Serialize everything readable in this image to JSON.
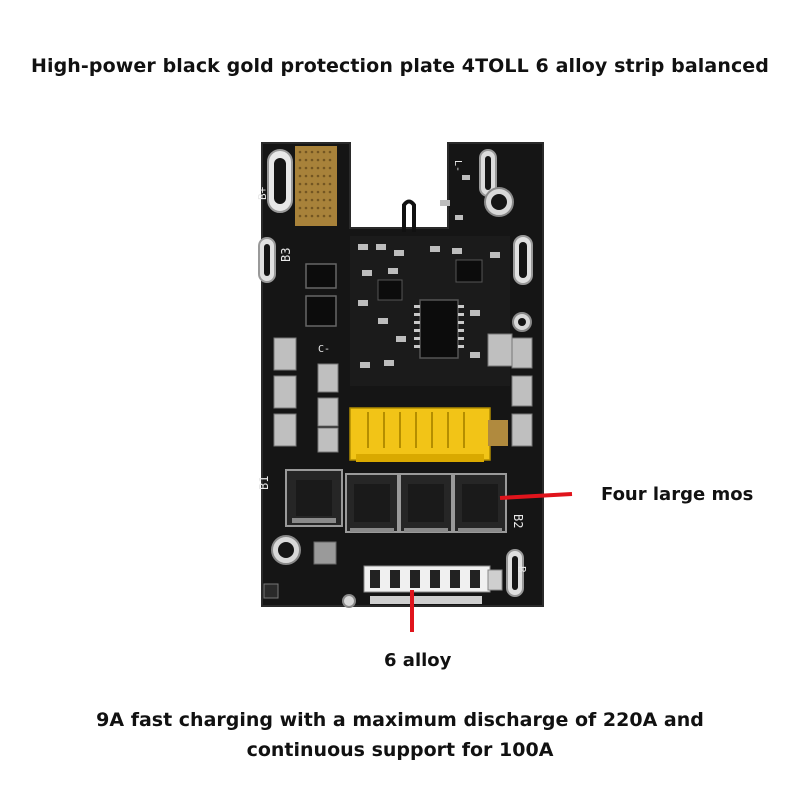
{
  "title": "High-power black gold protection plate 4TOLL 6 alloy strip balanced",
  "callouts": {
    "mos_label": "Four large mos",
    "alloy_label": "6 alloy"
  },
  "footer": {
    "line1": "9A fast charging with a maximum discharge of 220A and",
    "line2": "continuous support for 100A"
  },
  "board_marks": {
    "b_plus": "B+",
    "b3": "B3",
    "b1": "B1",
    "b2": "B2",
    "b_minus": "B-",
    "l_minus": "L-",
    "c_minus": "C-"
  },
  "colors": {
    "pcb": "#141414",
    "gold": "#c8a24a",
    "connector": "#f2c417",
    "callout_line": "#e0141c"
  }
}
